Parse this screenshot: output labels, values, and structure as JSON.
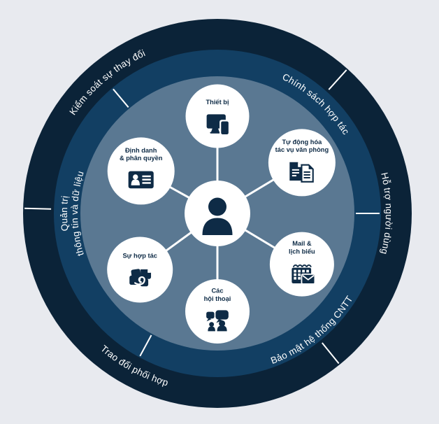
{
  "diagram_title": "Modern workplace circular diagram",
  "colors": {
    "background": "#e8eaef",
    "outer_ring": "#0b2338",
    "middle_ring": "#123f63",
    "inner_circle": "#5a7892",
    "node_fill": "#ffffff",
    "icon_navy": "#0e2b46",
    "ring_text": "#ffffff",
    "connector": "#ffffff"
  },
  "center": {
    "icon": "person"
  },
  "nodes": [
    {
      "label_lines": [
        "Thiết bị"
      ],
      "icon": "devices",
      "angle": 90,
      "dist": 139,
      "r": 45.5
    },
    {
      "label_lines": [
        "Tự động hóa",
        "tác vụ văn phòng"
      ],
      "icon": "documents",
      "angle": 31,
      "dist": 141,
      "r": 48
    },
    {
      "label_lines": [
        "Mail &",
        "lịch biểu"
      ],
      "icon": "calendar-mail",
      "angle": -31,
      "dist": 141,
      "r": 46
    },
    {
      "label_lines": [
        "Các",
        "hội thoại"
      ],
      "icon": "chat-people",
      "angle": -90,
      "dist": 140,
      "r": 46
    },
    {
      "label_lines": [
        "Sự hợp tác"
      ],
      "icon": "handshake",
      "angle": -144,
      "dist": 137,
      "r": 47
    },
    {
      "label_lines": [
        "Định danh",
        "& phân quyền"
      ],
      "icon": "id-card",
      "angle": 151,
      "dist": 125,
      "r": 48
    }
  ],
  "ring_labels": [
    {
      "text": "Kiểm soát sự thay đổi",
      "band": "outer",
      "side": "top",
      "angle": 130,
      "radius": 248
    },
    {
      "text": "Chính sách hợp tác",
      "band": "middle",
      "side": "top",
      "angle": 48,
      "radius": 213
    },
    {
      "text": "Hỗ trợ người dùng",
      "band": "outer",
      "side": "top",
      "angle": 0,
      "radius": 241
    },
    {
      "text": "Bảo mật hệ thống CNTT",
      "band": "middle",
      "side": "bottom",
      "angle": -51,
      "radius": 229
    },
    {
      "text": "Trao đổi phối hợp",
      "band": "outer",
      "side": "bottom",
      "angle": -118.5,
      "radius": 257
    },
    {
      "lines": [
        "Quản trị",
        "thông tin và dữ liệu"
      ],
      "band": "middle",
      "side": "top",
      "angle": 180,
      "radii": [
        215,
        200
      ]
    }
  ],
  "ticks": [
    {
      "angle": 130,
      "band": "middle"
    },
    {
      "angle": 48,
      "band": "outer"
    },
    {
      "angle": 0,
      "band": "middle"
    },
    {
      "angle": -51,
      "band": "outer"
    },
    {
      "angle": -118.5,
      "band": "middle"
    },
    {
      "angle": 178.5,
      "band": "outer"
    }
  ]
}
